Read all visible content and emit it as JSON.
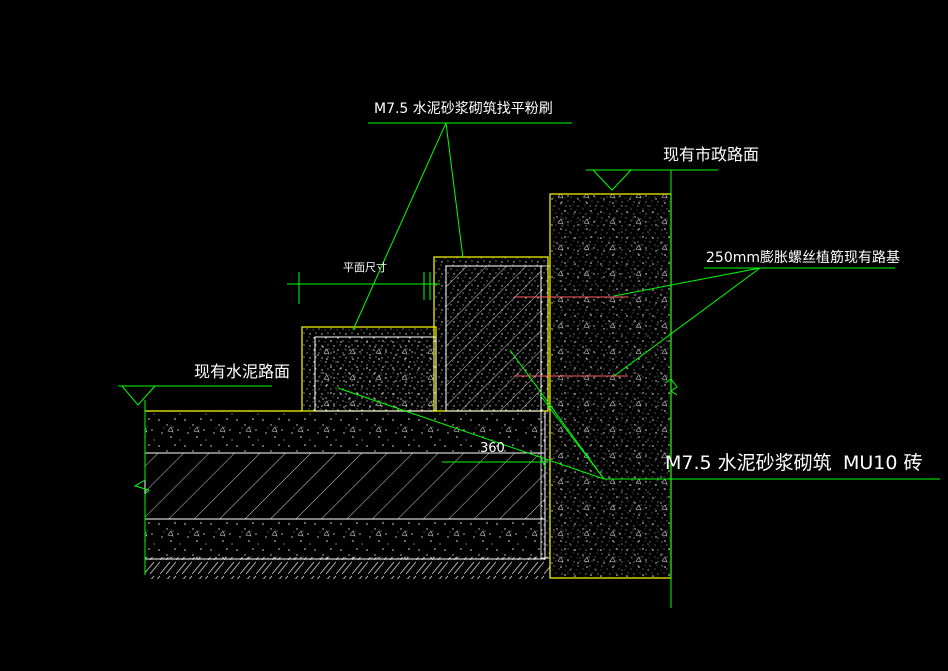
{
  "colors": {
    "background": "#000000",
    "outline": "#ffff00",
    "leader": "#00ff00",
    "hatch": "#ffffff",
    "text": "#ffffff",
    "anchor": "#ff6060"
  },
  "labels": {
    "mortar_plaster": "M7.5 水泥砂浆砌筑找平粉刷",
    "existing_municipal_road": "现有市政路面",
    "bolt_anchor": "250mm膨胀螺丝植筋现有路基",
    "plan_size": "平面尺寸",
    "existing_cement_road": "现有水泥路面",
    "dimension_360": "360",
    "mortar_brick_prefix": "M7.5 水泥砂浆砌筑",
    "mortar_brick_suffix": "MU10  砖"
  },
  "icons": {
    "level_marker": "triangle-level-icon",
    "break_mark": "break-line-icon"
  }
}
